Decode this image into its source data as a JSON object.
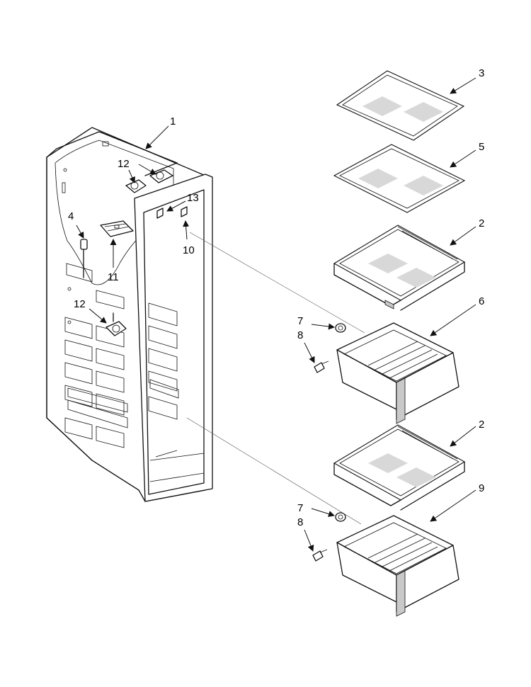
{
  "callouts": {
    "c1": "1",
    "c2a": "2",
    "c2b": "2",
    "c3": "3",
    "c4": "4",
    "c5": "5",
    "c6": "6",
    "c7a": "7",
    "c7b": "7",
    "c8a": "8",
    "c8b": "8",
    "c9": "9",
    "c10": "10",
    "c11": "11",
    "c12a": "12",
    "c12b": "12",
    "c13": "13"
  }
}
